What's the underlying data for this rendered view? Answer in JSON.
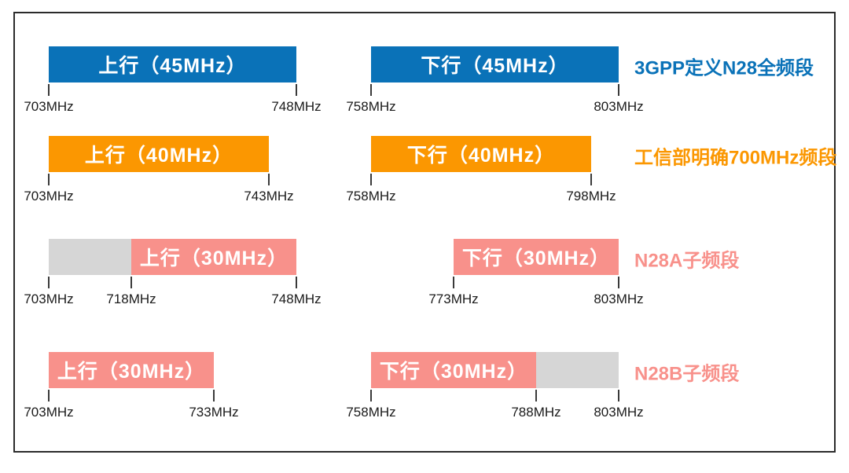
{
  "colors": {
    "blue": "#0a72b8",
    "orange": "#fb9701",
    "salmon": "#f8918b",
    "gray": "#d6d6d6",
    "tick": "#3a3a3a",
    "tick_text": "#1a1a1a",
    "frame_border": "#2b2b2b",
    "background": "#ffffff"
  },
  "tick_unit": "MHz",
  "rows": [
    {
      "name": "3gpp-n28-full-band",
      "label": "3GPP定义N28全频段",
      "label_color": "blue",
      "uplink": {
        "segments": [
          {
            "start": 703,
            "end": 748,
            "color": "blue",
            "text": "上行（45MHz）"
          }
        ],
        "ticks": [
          703,
          748
        ]
      },
      "downlink": {
        "segments": [
          {
            "start": 758,
            "end": 803,
            "color": "blue",
            "text": "下行（45MHz）"
          }
        ],
        "ticks": [
          758,
          803
        ]
      }
    },
    {
      "name": "miit-700mhz-band",
      "label": "工信部明确700MHz频段",
      "label_color": "orange",
      "uplink": {
        "segments": [
          {
            "start": 703,
            "end": 743,
            "color": "orange",
            "text": "上行（40MHz）"
          }
        ],
        "ticks": [
          703,
          743
        ]
      },
      "downlink": {
        "segments": [
          {
            "start": 758,
            "end": 798,
            "color": "orange",
            "text": "下行（40MHz）"
          }
        ],
        "ticks": [
          758,
          798
        ]
      }
    },
    {
      "name": "n28a-sub-band",
      "label": "N28A子频段",
      "label_color": "salmon",
      "uplink": {
        "segments": [
          {
            "start": 703,
            "end": 718,
            "color": "gray",
            "text": ""
          },
          {
            "start": 718,
            "end": 748,
            "color": "salmon",
            "text": "上行（30MHz）"
          }
        ],
        "ticks": [
          703,
          718,
          748
        ]
      },
      "downlink": {
        "segments": [
          {
            "start": 773,
            "end": 803,
            "color": "salmon",
            "text": "下行（30MHz）"
          }
        ],
        "ticks": [
          773,
          803
        ]
      }
    },
    {
      "name": "n28b-sub-band",
      "label": "N28B子频段",
      "label_color": "salmon",
      "uplink": {
        "segments": [
          {
            "start": 703,
            "end": 733,
            "color": "salmon",
            "text": "上行（30MHz）"
          }
        ],
        "ticks": [
          703,
          733
        ]
      },
      "downlink": {
        "segments": [
          {
            "start": 758,
            "end": 788,
            "color": "salmon",
            "text": "下行（30MHz）"
          },
          {
            "start": 788,
            "end": 803,
            "color": "gray",
            "text": ""
          }
        ],
        "ticks": [
          758,
          788,
          803
        ]
      }
    }
  ]
}
